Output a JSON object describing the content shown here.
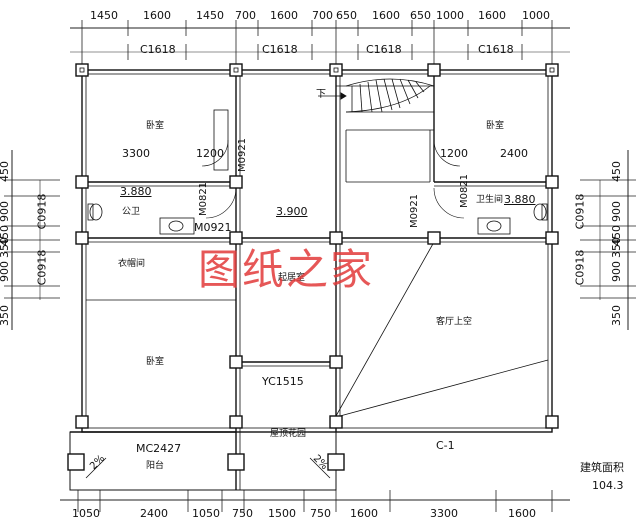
{
  "dims_top": [
    "1450",
    "1600",
    "1450",
    "700",
    "1600",
    "700",
    "650",
    "1600",
    "650",
    "1000",
    "1600",
    "1000"
  ],
  "dims_bottom": [
    "1050",
    "2400",
    "1050",
    "750",
    "1500",
    "750",
    "1600",
    "3300",
    "1600"
  ],
  "dims_left": [
    "450",
    "900",
    "450",
    "350",
    "900",
    "350"
  ],
  "dims_right": [
    "450",
    "900",
    "450",
    "350",
    "900",
    "350"
  ],
  "windows": {
    "c1618": "C1618",
    "c0918": "C0918",
    "yc1515": "YC1515",
    "mc2427": "MC2427",
    "c1": "C-1"
  },
  "doors": {
    "m0921": "M0921",
    "m0821": "M0821"
  },
  "inner_dims": {
    "d3300": "3300",
    "d1200": "1200",
    "d2400": "2400"
  },
  "elevations": {
    "e3880": "3.880",
    "e3900": "3.900"
  },
  "rooms": {
    "bedroom": "卧室",
    "public_toilet": "公卫",
    "bathroom": "卫生间",
    "cloakroom": "衣帽间",
    "living": "起居室",
    "void": "客厅上空",
    "roof_garden": "屋顶花园",
    "balcony": "阳台"
  },
  "down_label": "下",
  "slope": "2%",
  "watermark": "图纸之家",
  "area": {
    "title": "建筑面积",
    "value": "104.3"
  }
}
